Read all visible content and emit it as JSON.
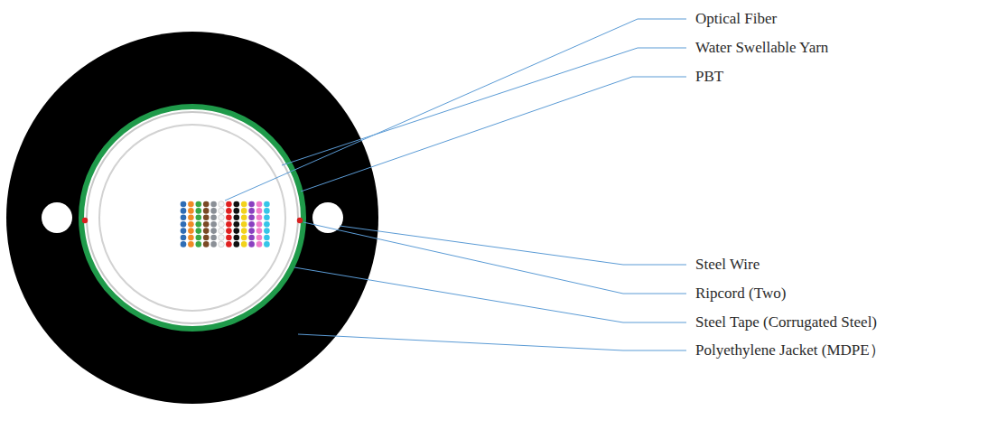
{
  "diagram": {
    "labels": [
      "Optical Fiber",
      "Water Swellable Yarn",
      "PBT",
      "Steel Wire",
      "Ripcord (Two)",
      "Steel Tape (Corrugated Steel)",
      "Polyethylene Jacket (MDPE）"
    ]
  }
}
